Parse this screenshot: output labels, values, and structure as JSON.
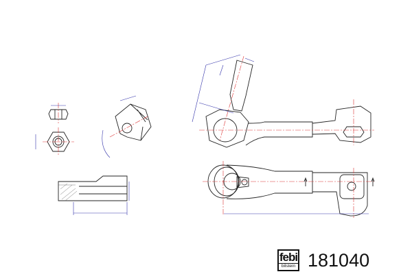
{
  "brand": {
    "logo_top": "febi",
    "logo_bottom": "bilstein"
  },
  "part_number": "181040"
}
